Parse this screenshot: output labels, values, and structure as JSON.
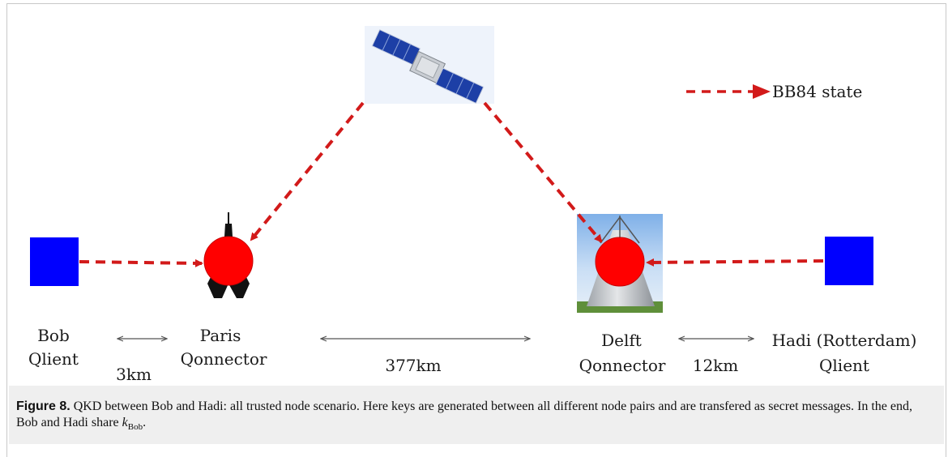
{
  "legend": {
    "label": "BB84 state"
  },
  "nodes": {
    "bob": {
      "line1": "Bob",
      "line2": "Qlient"
    },
    "paris": {
      "line1": "Paris",
      "line2": "Qonnector"
    },
    "delft": {
      "line1": "Delft",
      "line2": "Qonnector"
    },
    "hadi": {
      "line1": "Hadi (Rotterdam)",
      "line2": "Qlient"
    }
  },
  "distances": {
    "bob_paris": "3km",
    "paris_delft": "377km",
    "delft_hadi": "12km"
  },
  "caption": {
    "figure_label": "Figure 8.",
    "text": "QKD between Bob and Hadi: all trusted node scenario. Here keys are generated between all different node pairs and are transfered as secret messages. In the end, Bob and Hadi share",
    "key_symbol": "k",
    "key_subscript": "Bob",
    "end": "."
  },
  "colors": {
    "qlient": "#0000ff",
    "qonnector": "#ff0000",
    "link": "#d21a1a"
  },
  "icons": [
    "satellite-icon",
    "eiffel-tower-icon",
    "delft-library-icon"
  ]
}
